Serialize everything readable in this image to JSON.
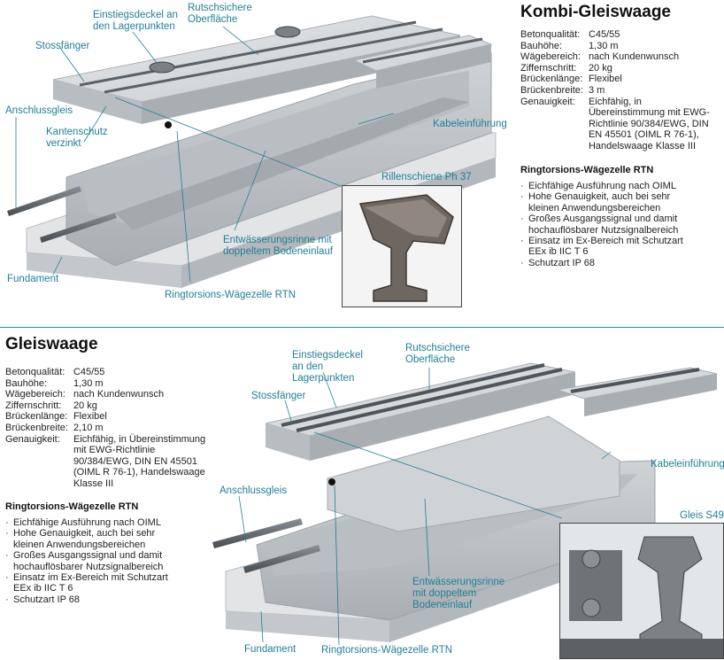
{
  "top": {
    "title": "Kombi-Gleiswaage",
    "specs": [
      {
        "k": "Betonqualität:",
        "v": "C45/55"
      },
      {
        "k": "Bauhöhe:",
        "v": "1,30 m"
      },
      {
        "k": "Wägebereich:",
        "v": "nach Kundenwunsch"
      },
      {
        "k": "Ziffernschritt:",
        "v": "20 kg"
      },
      {
        "k": "Brückenlänge:",
        "v": "Flexibel"
      },
      {
        "k": "Brückenbreite:",
        "v": "3 m"
      },
      {
        "k": "Genauigkeit:",
        "v": "Eichfähig, in Übereinstimmung mit EWG-Richtlinie 90/384/EWG, DIN EN 45501 (OIML R 76-1), Handelswaage Klasse III"
      }
    ],
    "subtitle": "Ringtorsions-Wägezelle RTN",
    "bullets": [
      "Eichfähige Ausführung nach OIML",
      "Hohe Genauigkeit, auch bei sehr kleinen Anwendungsbereichen",
      "Großes Ausgangssignal und damit hochauflösbarer Nutzsignalbereich",
      "Einsatz im Ex-Bereich mit Schutzart EEx ib IIC T 6",
      "Schutzart IP 68"
    ],
    "labels": {
      "einstieg": "Einstiegsdeckel an den Lagerpunkten",
      "rutsch": "Rutschsichere Oberfläche",
      "stoss": "Stossfänger",
      "anschluss": "Anschlussgleis",
      "kanten": "Kantenschutz verzinkt",
      "kabel": "Kabeleinführung",
      "rillen": "Rillenschiene Ph 37",
      "entw": "Entwässerungsrinne mit doppeltem Bodeneinlauf",
      "fundament": "Fundament",
      "ring": "Ringtorsions-Wägezelle RTN"
    }
  },
  "bottom": {
    "title": "Gleiswaage",
    "specs": [
      {
        "k": "Betonqualität:",
        "v": "C45/55"
      },
      {
        "k": "Bauhöhe:",
        "v": "1,30 m"
      },
      {
        "k": "Wägebereich:",
        "v": "nach Kundenwunsch"
      },
      {
        "k": "Ziffernschritt:",
        "v": "20 kg"
      },
      {
        "k": "Brückenlänge:",
        "v": "Flexibel"
      },
      {
        "k": "Brückenbreite:",
        "v": "2,10 m"
      },
      {
        "k": "Genauigkeit:",
        "v": "Eichfähig, in Übereinstimmung mit EWG-Richtlinie 90/384/EWG, DIN EN 45501 (OIML R 76-1), Handelswaage Klasse III"
      }
    ],
    "subtitle": "Ringtorsions-Wägezelle RTN",
    "bullets": [
      "Eichfähige Ausführung nach OIML",
      "Hohe Genauigkeit, auch bei sehr kleinen Anwendungsbereichen",
      "Großes Ausgangssignal und damit hochauflösbarer Nutzsignalbereich",
      "Einsatz im Ex-Bereich mit Schutzart EEx ib IIC T 6",
      "Schutzart IP 68"
    ],
    "labels": {
      "einstieg": "Einstiegsdeckel an den Lagerpunkten",
      "rutsch": "Rutschsichere Oberfläche",
      "stoss": "Stossfänger",
      "anschluss": "Anschlussgleis",
      "kabel": "Kabeleinführung",
      "gleis": "Gleis S49",
      "entw": "Entwässerungsrinne mit doppeltem Bodeneinlauf",
      "fundament": "Fundament",
      "ring": "Ringtorsions-Wägezelle RTN"
    }
  },
  "colors": {
    "accent": "#1f7f96",
    "concrete": "#d4d7da",
    "rail": "#5b6166"
  }
}
